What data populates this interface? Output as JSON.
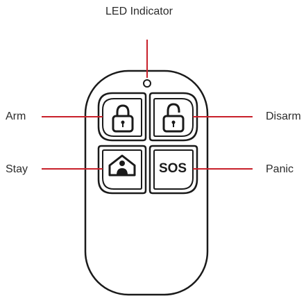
{
  "labels": {
    "led": "LED Indicator",
    "arm": "Arm",
    "disarm": "Disarm",
    "stay": "Stay",
    "panic": "Panic"
  },
  "buttons": {
    "panic_text": "SOS"
  },
  "icons": {
    "arm": "locked-padlock-icon",
    "disarm": "unlocked-padlock-icon",
    "stay": "house-person-icon"
  },
  "colors": {
    "leader_line": "#c8202a",
    "outline": "#1a1a1a",
    "label_text": "#2b2b2b"
  }
}
